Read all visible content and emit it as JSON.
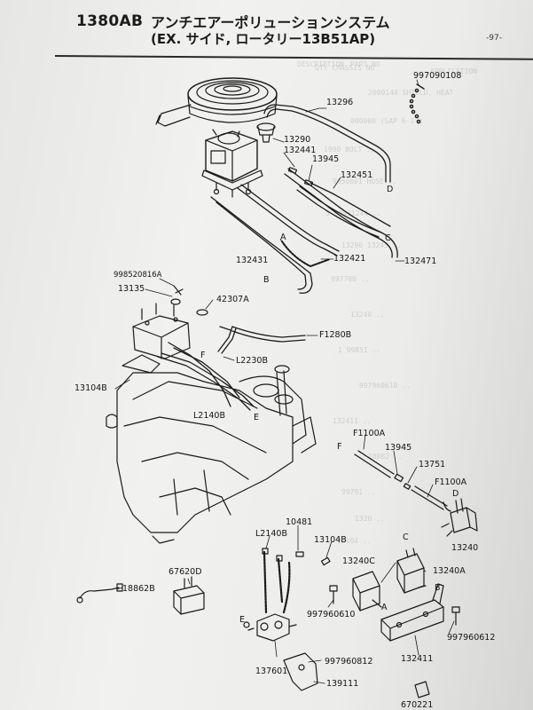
{
  "header": {
    "code": "1380AB",
    "title_line1": "アンチエアーポリューションシステム",
    "title_line2": "(EX. サイド, ロータリー13B51AP)",
    "page_number": "-97-"
  },
  "labels": {
    "p997090108": "997090108",
    "p13296": "13296",
    "p13290": "13290",
    "p132441": "132441",
    "p13945a": "13945",
    "p132451": "132451",
    "letter_d1": "D",
    "letter_a1": "A",
    "letter_c1": "C",
    "p132431": "132431",
    "p132421": "132421",
    "p132471": "132471",
    "p998520816a": "998520816A",
    "p13135": "13135",
    "letter_b1": "B",
    "p42307a": "42307A",
    "pF1280B": "F1280B",
    "letter_f1": "F",
    "pL2230B": "L2230B",
    "p13104b_a": "13104B",
    "pL2140b_a": "L2140B",
    "letter_e1": "E",
    "pF1100a_a": "F1100A",
    "letter_f2": "F",
    "p13945b": "13945",
    "p13751": "13751",
    "pF1100a_b": "F1100A",
    "letter_d2": "D",
    "p13240": "13240",
    "p10481": "10481",
    "pL2140b_b": "L2140B",
    "p13104b_b": "13104B",
    "letter_c2": "C",
    "p13240c": "13240C",
    "p13240a": "13240A",
    "letter_b2": "B",
    "p67620d": "67620D",
    "p18862b": "18862B",
    "letter_a2": "A",
    "p997960610": "997960610",
    "p997960612": "997960612",
    "letter_e2": "E",
    "p132411": "132411",
    "p997960812": "997960812",
    "p137601": "137601",
    "p139111": "139111",
    "p67022x": "670221"
  },
  "ghost_table": {
    "headers": [
      "PART NO",
      "DESCRIPTION",
      "QTY CHASSIS NO",
      "APPLICATION"
    ],
    "rows": [
      "2000144 SHIELD, HEAT",
      "000000 (SAP 6-1-)",
      "1990 BOLT ..",
      "9950001 HOSE ..",
      "5 99931244 ..",
      "13290 13245 ..",
      "997700 ..",
      "13240 ..",
      "1 99851 ..",
      "997960610 ..",
      "132411 ..",
      "18862 ..",
      "99791 ..",
      "1320 ..",
      "13104 .."
    ]
  }
}
